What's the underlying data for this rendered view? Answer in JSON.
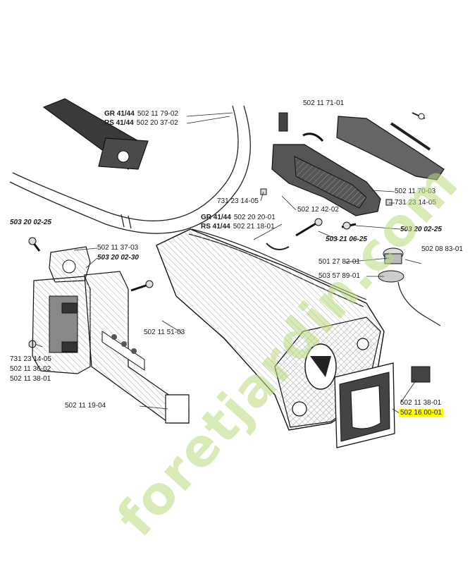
{
  "watermark": "foretjardin.com",
  "highlight_color": "#ffff00",
  "parts": {
    "top_partial": "502 11 71-01",
    "gr_handle": {
      "prefix": "GR 41/44",
      "number": "502 11 79-02"
    },
    "rs_handle": {
      "prefix": "RS 41/44",
      "number": "502 20 37-02"
    },
    "screw_7312_a": "731 23 14-05",
    "p_502124202": "502 12 42-02",
    "p_502117003": "502 11 70-03",
    "screw_7312_b": "731 23 14-05",
    "p_503200225_r": "503 20 02-25",
    "p_503200225_l": "503 20 02-25",
    "gr_cable": {
      "prefix": "GR 41/44",
      "number": "502 20 20-01"
    },
    "rs_cable": {
      "prefix": "RS 41/44",
      "number": "502 21 18-01"
    },
    "p_503210625": "503 21 06-25",
    "p_502113703": "502 11 37-03",
    "p_503200230": "503 20 02-30",
    "p_501278201": "501 27 82-01",
    "p_502088301": "502 08 83-01",
    "p_503578901": "503 57 89-01",
    "p_502115103": "502 11 51-03",
    "p_731231405_c": "731 23 14-05",
    "p_502113602": "502 11 36-02",
    "p_502113801_l": "502 11 38-01",
    "p_502111904": "502 11 19-04",
    "p_502113801_r": "502 11 38-01",
    "p_502160001": "502 16 00-01"
  }
}
